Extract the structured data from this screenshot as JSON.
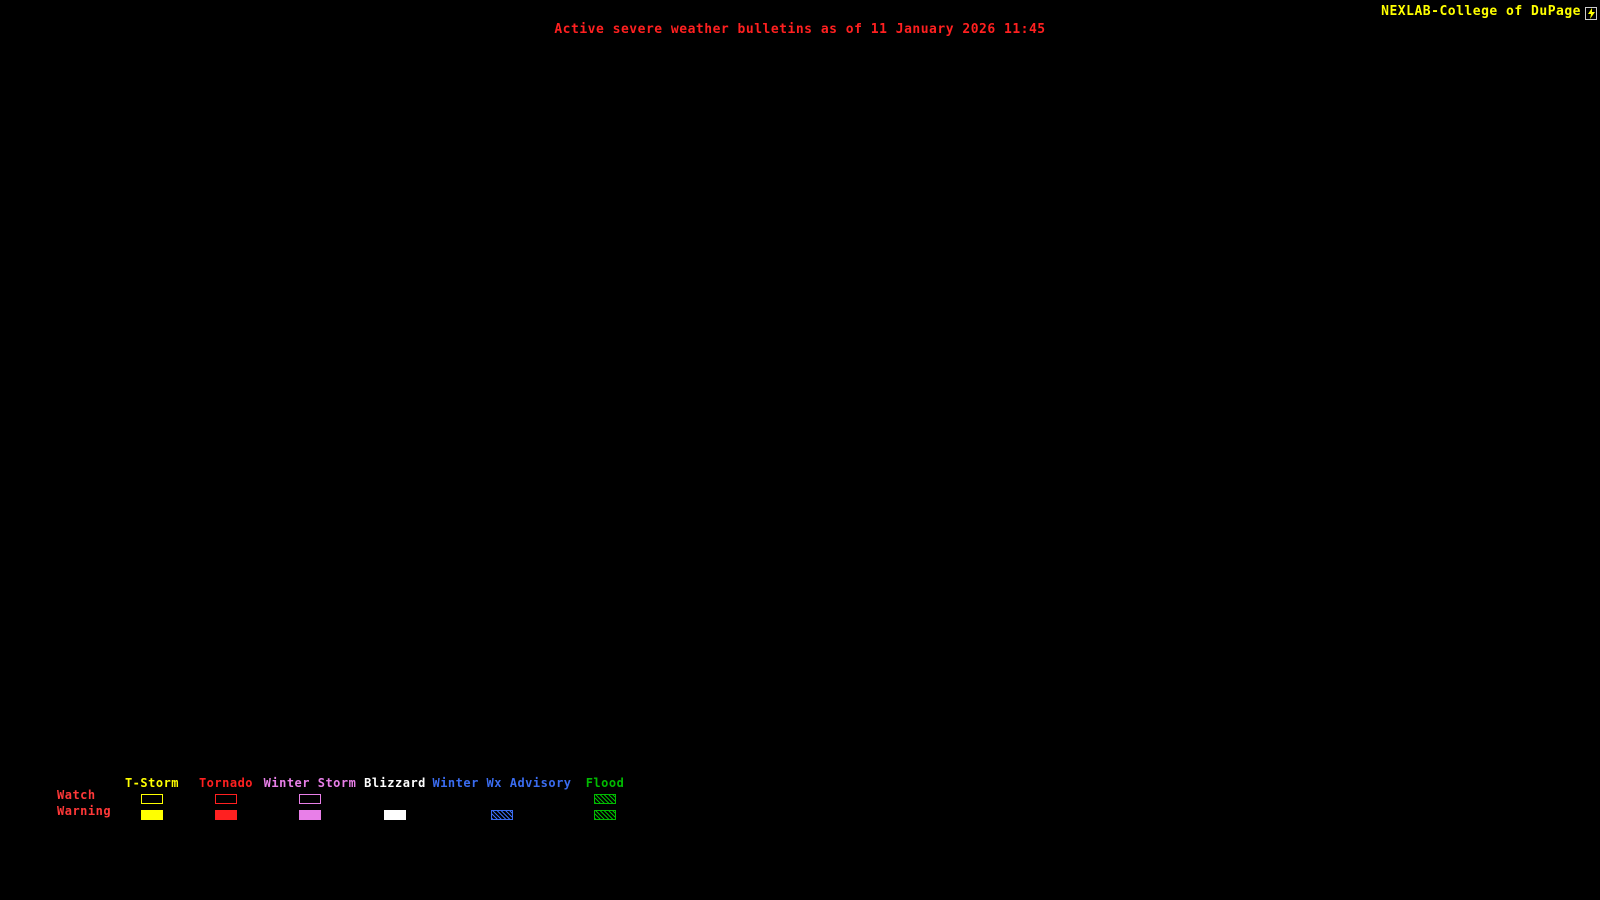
{
  "header": {
    "title": "Active severe weather bulletins as of 11 January 2026 11:45",
    "brand": "NEXLAB-College of DuPage"
  },
  "colors": {
    "background": "#000000",
    "title": "#ff2020",
    "brand": "#ffff00",
    "row_label": "#ff3838",
    "logo": "#ffff00"
  },
  "legend": {
    "watch_label": "Watch",
    "warning_label": "Warning",
    "categories": [
      {
        "label": "T-Storm",
        "color": "#ffff00",
        "watch": "outline",
        "warning": "fill"
      },
      {
        "label": "Tornado",
        "color": "#ff2020",
        "watch": "outline",
        "warning": "fill"
      },
      {
        "label": "Winter Storm",
        "color": "#e87fe8",
        "watch": "outline",
        "warning": "fill"
      },
      {
        "label": "Blizzard",
        "color": "#ffffff",
        "watch": "none",
        "warning": "fill"
      },
      {
        "label": "Winter Wx Advisory",
        "color": "#3a6cf0",
        "watch": "none",
        "warning": "hatch"
      },
      {
        "label": "Flood",
        "color": "#00bb00",
        "watch": "hatch",
        "warning": "hatch"
      }
    ]
  }
}
